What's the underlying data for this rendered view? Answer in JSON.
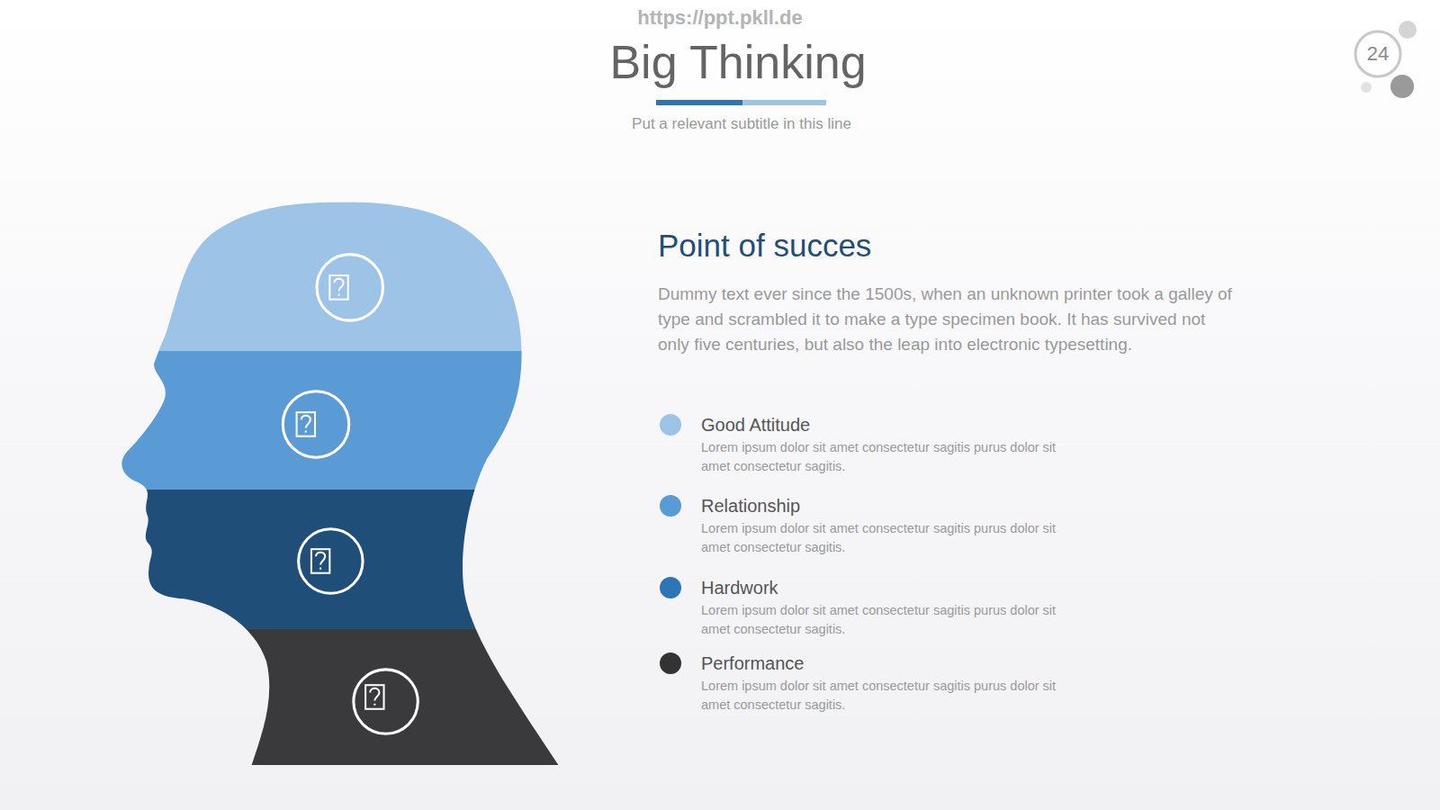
{
  "diagram": {
    "title": "Big Thinking",
    "labels": [
      "https://ppt.pkll.de",
      "Put a relevant subtitle in this line",
      "24",
      "Point of succes",
      "Dummy text ever since the 1500s, when an unknown printer took a galley of type and scrambled it to make a type specimen book. It has survived not only five centuries, but also the leap into electronic typesetting.",
      "Lorem ipsum dolor sit amet consectetur sagitis purus dolor sit amet consectetur sagitis.",
      "Lorem ipsum dolor sit amet consectetur sagitis purus dolor sit amet consectetur sagitis.",
      "Lorem ipsum dolor sit amet consectetur sagitis purus dolor sit amet consectetur sagitis.",
      "Lorem ipsum dolor sit amet consectetur sagitis purus dolor sit amet consectetur sagitis."
    ],
    "legend": [
      {
        "text": "Good Attitude",
        "color": "#9dc3e6"
      },
      {
        "text": "Relationship",
        "color": "#5b9bd5"
      },
      {
        "text": "Hardwork",
        "color": "#2e75b6"
      },
      {
        "text": "Performance",
        "color": "#333333"
      }
    ]
  }
}
